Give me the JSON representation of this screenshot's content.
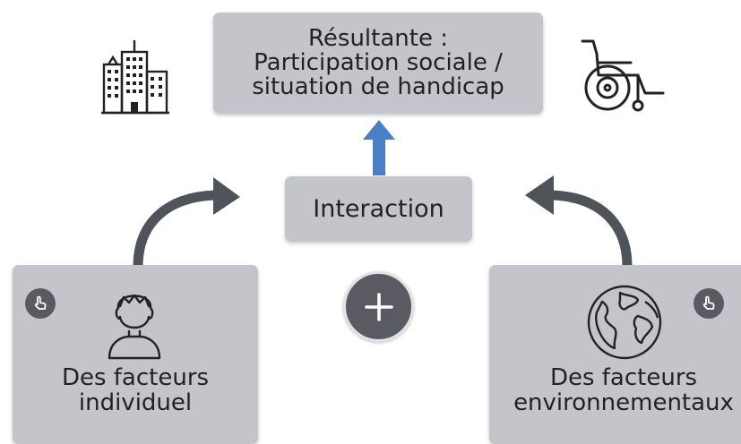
{
  "result": {
    "lines": [
      "Résultante :",
      "Participation sociale /",
      "situation de handicap"
    ]
  },
  "interaction": {
    "label": "Interaction"
  },
  "individual": {
    "lines": [
      "Des facteurs",
      "individuel"
    ]
  },
  "environment": {
    "lines": [
      "Des facteurs",
      "environnementaux"
    ]
  },
  "icons": {
    "left_top": "buildings-icon",
    "right_top": "wheelchair-icon",
    "individual": "person-icon",
    "environment": "globe-icon",
    "tap": "tap-hand-icon",
    "plus": "plus-icon",
    "up_arrow": "arrow-up-icon"
  },
  "colors": {
    "box": "#c3c5cb",
    "button": "#5a5a62",
    "arrow_up": "#4a7fc8",
    "curved_arrow": "#4f535a"
  }
}
